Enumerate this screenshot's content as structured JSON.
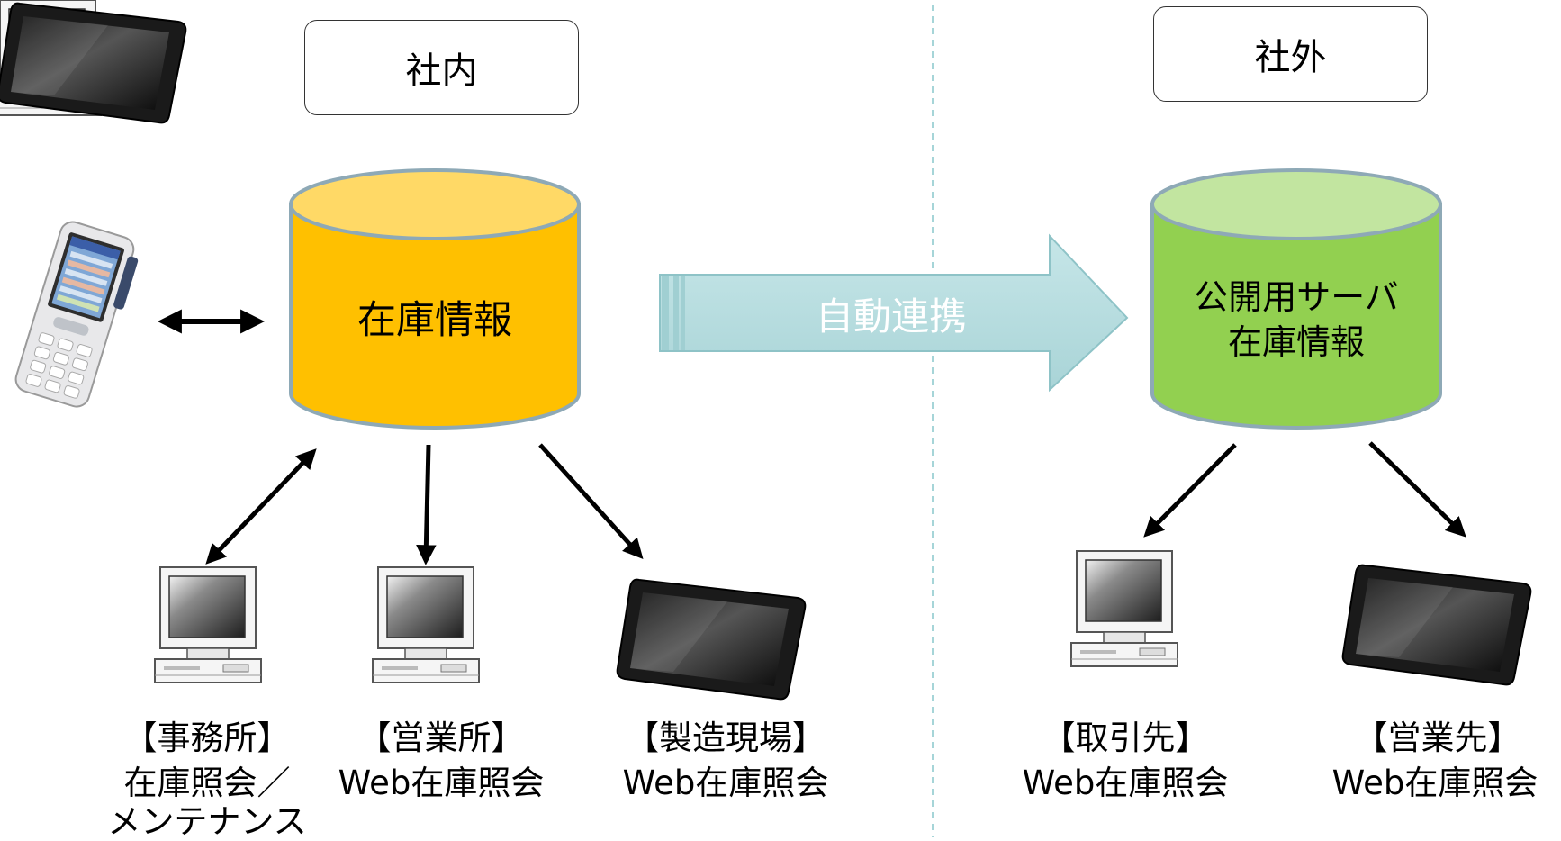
{
  "zones": {
    "internal": "社内",
    "external": "社外"
  },
  "databases": {
    "internal": {
      "label": "在庫情報",
      "color": "#FFC000",
      "top_color": "#FFD966"
    },
    "external": {
      "line1": "公開用サーバ",
      "line2": "在庫情報",
      "color": "#92D050",
      "top_color": "#C2E5A0"
    }
  },
  "sync_arrow": {
    "label": "自動連携",
    "color": "#B7DEE1"
  },
  "clients": {
    "office": {
      "title": "【事務所】",
      "line1": "在庫照会／",
      "line2": "メンテナンス",
      "icon": "desktop-pc-icon"
    },
    "sales": {
      "title": "【営業所】",
      "line1": "Web在庫照会",
      "icon": "desktop-pc-icon"
    },
    "factory": {
      "title": "【製造現場】",
      "line1": "Web在庫照会",
      "icon": "tablet-icon"
    },
    "partner": {
      "title": "【取引先】",
      "line1": "Web在庫照会",
      "icon": "desktop-pc-icon"
    },
    "sales_dest": {
      "title": "【営業先】",
      "line1": "Web在庫照会",
      "icon": "tablet-icon"
    }
  },
  "handheld": {
    "icon": "handheld-terminal-icon"
  },
  "divider_color": "#A6D5D8"
}
